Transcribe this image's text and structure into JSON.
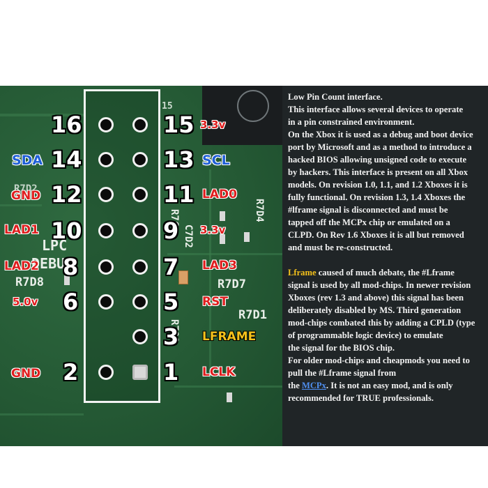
{
  "pcb": {
    "silkscreen": [
      "LPC",
      "DEBUG",
      "R7D8",
      "R7D7",
      "R7D1",
      "R709",
      "R7D4",
      "C7D2",
      "R7C",
      "R7D2",
      "15"
    ],
    "pin_numbers": {
      "left": [
        "16",
        "14",
        "12",
        "10",
        "8",
        "6",
        "2"
      ],
      "right": [
        "15",
        "13",
        "11",
        "9",
        "7",
        "5",
        "3",
        "1"
      ]
    },
    "signal_labels": {
      "left": [
        {
          "text": "SDA",
          "color": "blue"
        },
        {
          "text": "GND",
          "color": "red"
        },
        {
          "text": "LAD1",
          "color": "red"
        },
        {
          "text": "LAD2",
          "color": "red"
        },
        {
          "text": "5.0v",
          "color": "red"
        },
        {
          "text": "GND",
          "color": "red"
        }
      ],
      "right": [
        {
          "text": "3.3v",
          "color": "red"
        },
        {
          "text": "SCL",
          "color": "blue"
        },
        {
          "text": "LAD0",
          "color": "red"
        },
        {
          "text": "3.3v",
          "color": "red"
        },
        {
          "text": "LAD3",
          "color": "red"
        },
        {
          "text": "RST",
          "color": "red"
        },
        {
          "text": "LFRAME",
          "color": "yellow"
        },
        {
          "text": "LCLK",
          "color": "red"
        }
      ]
    },
    "colors": {
      "board": "#255a35",
      "red_label": "#e01e1e",
      "blue_label": "#1f5fd8",
      "yellow_label": "#f5c21b"
    }
  },
  "panel": {
    "lines": [
      "Low Pin Count interface.",
      "This interface allows several devices to operate",
      "in a pin constrained environment.",
      "On the Xbox it is used as a debug and boot device",
      "port by Microsoft and as a method to introduce a",
      "hacked BIOS allowing unsigned code to execute",
      "by hackers. This interface is present on all Xbox",
      "models. On revision 1.0, 1.1, and 1.2 Xboxes it is",
      "fully functional. On revision 1.3, 1.4 Xboxes the",
      "#lframe signal is disconnected and must be",
      "tapped off the MCPx chip or emulated on a",
      "CLPD. On Rev 1.6 Xboxes it is all but removed",
      "and must be re-constructed."
    ],
    "para2": {
      "highlight": "Lframe",
      "first_rest": " caused of much debate, the #Lframe",
      "lines": [
        "signal is used by all mod-chips. In newer revision",
        "Xboxes (rev 1.3 and above) this signal has been",
        "deliberately disabled by MS. Third generation",
        "mod-chips combated this by adding a CPLD (type",
        "of programmable logic device) to emulate",
        "the signal for the BIOS chip.",
        "For older mod-chips and cheapmods you need to",
        "pull the #Lframe signal from"
      ],
      "last_prefix": "the ",
      "link": "MCPx",
      "last_suffix": ". It is not an easy mod, and is only",
      "final_line": "recommended for TRUE professionals."
    },
    "colors": {
      "background": "#202527",
      "text": "#f2f2f2",
      "highlight": "#f5c21b",
      "link": "#4f8ff0"
    }
  }
}
